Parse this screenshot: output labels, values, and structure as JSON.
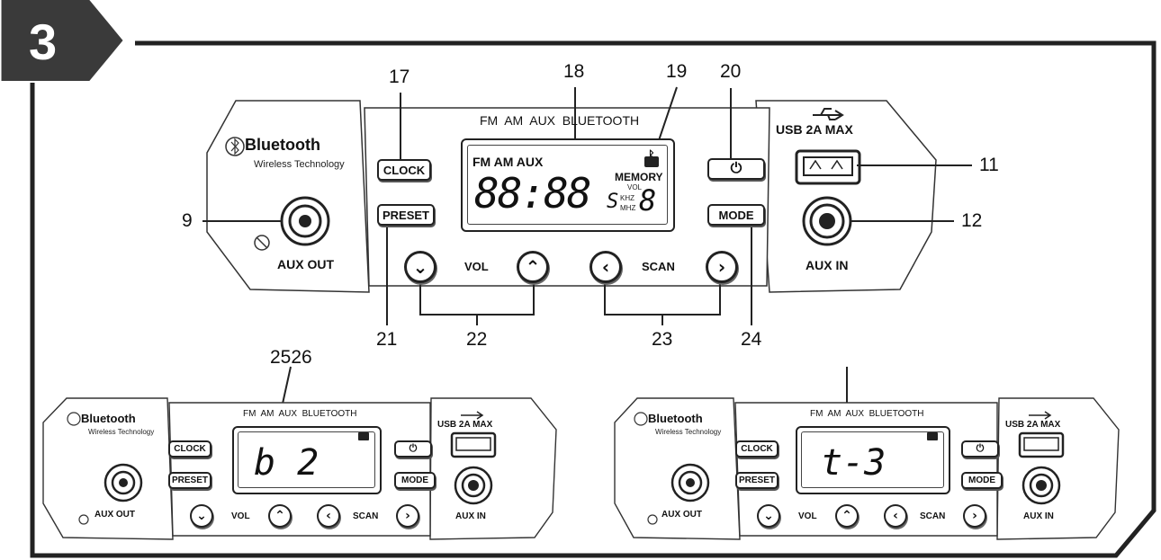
{
  "step_number": "3",
  "callouts": {
    "c17": "17",
    "c18": "18",
    "c19": "19",
    "c20": "20",
    "c11": "11",
    "c12": "12",
    "c9": "9",
    "c21": "21",
    "c22": "22",
    "c23": "23",
    "c24": "24",
    "c2526": "2526"
  },
  "main_panel": {
    "brand": "Bluetooth",
    "brand_sub": "Wireless Technology",
    "aux_out": "AUX OUT",
    "aux_in": "AUX IN",
    "usb": "USB 2A MAX",
    "source_strip": "FM  AM  AUX  BLUETOOTH",
    "clock": "CLOCK",
    "preset": "PRESET",
    "mode": "MODE",
    "vol": "VOL",
    "scan": "SCAN",
    "lcd_bands": "FM AM AUX",
    "lcd_memory": "MEMORY",
    "lcd_vol": "VOL",
    "lcd_khz": "KHZ",
    "lcd_mhz": "MHZ",
    "lcd_digits": "88:88",
    "lcd_s": "S",
    "lcd_8": "8"
  },
  "small_left": {
    "brand": "Bluetooth",
    "brand_sub": "Wireless Technology",
    "aux_out": "AUX OUT",
    "aux_in": "AUX IN",
    "usb": "USB 2A MAX",
    "source_strip": "FM  AM  AUX  BLUETOOTH",
    "clock": "CLOCK",
    "preset": "PRESET",
    "mode": "MODE",
    "vol": "VOL",
    "scan": "SCAN",
    "display": "b 2"
  },
  "small_right": {
    "brand": "Bluetooth",
    "brand_sub": "Wireless Technology",
    "aux_out": "AUX OUT",
    "aux_in": "AUX IN",
    "usb": "USB 2A MAX",
    "source_strip": "FM  AM  AUX  BLUETOOTH",
    "clock": "CLOCK",
    "preset": "PRESET",
    "mode": "MODE",
    "vol": "VOL",
    "scan": "SCAN",
    "display": "t-3"
  }
}
